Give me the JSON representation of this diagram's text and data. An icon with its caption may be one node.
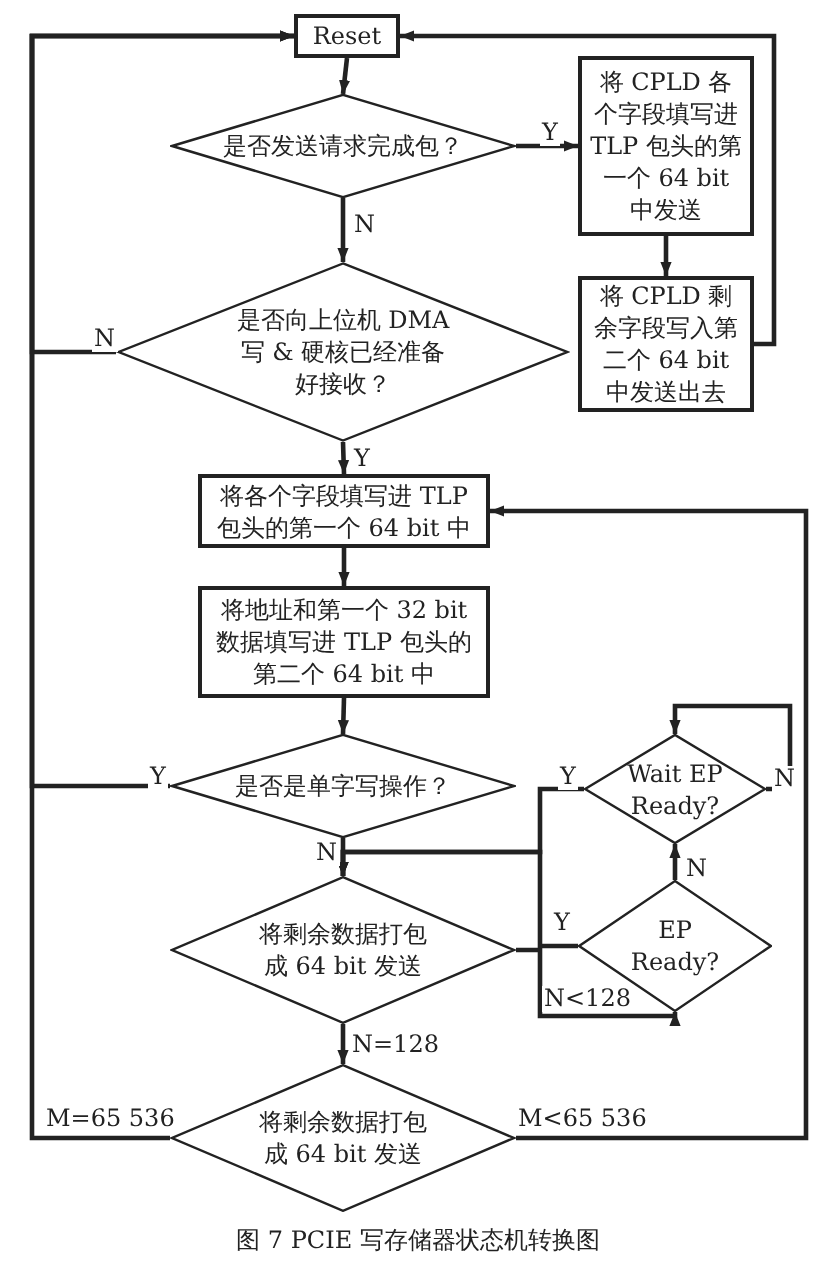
{
  "diagram": {
    "caption": "图 7 PCIE 写存储器状态机转换图",
    "nodes": [
      {
        "text": [
          "Reset"
        ]
      },
      {
        "text": [
          "是否发送请求完成包？"
        ]
      },
      {
        "text": [
          "将 CPLD 各个字段填写进 TLP 包头的第一个 64 bit 中发送"
        ]
      },
      {
        "text": [
          "将 CPLD 剩余字段写入第二个 64 bit 中发送出去"
        ]
      },
      {
        "text": [
          "是否向上位机 DMA 写 & 硬核已经准备好接收？"
        ]
      },
      {
        "text": [
          "将各个字段填写进 TLP 包头的第一个 64 bit 中"
        ]
      },
      {
        "text": [
          "将地址和第一个 32 bit 数据填写进 TLP 包头的第二个 64 bit 中"
        ]
      },
      {
        "text": [
          "是否是单字写操作？"
        ]
      },
      {
        "text": [
          "Wait EP Ready?"
        ]
      },
      {
        "text": [
          "将剩余数据打包成 64 bit 发送"
        ]
      },
      {
        "text": [
          "EP Ready?"
        ]
      },
      {
        "text": [
          "将剩余数据打包成 64 bit 发送"
        ]
      }
    ],
    "edges": [
      {
        "from": 0,
        "to": 1,
        "arrow": "to"
      },
      {
        "from": 1,
        "to": 2,
        "arrow": "to",
        "label": "Y"
      },
      {
        "from": 1,
        "to": 4,
        "arrow": "to",
        "label": "N"
      },
      {
        "from": 2,
        "to": 3,
        "arrow": "to"
      },
      {
        "from": 3,
        "to": 0,
        "arrow": "to"
      },
      {
        "from": 4,
        "to": 0,
        "arrow": "to",
        "label": "N"
      },
      {
        "from": 7,
        "to": 0,
        "arrow": "to",
        "label": "Y"
      },
      {
        "from": 11,
        "to": 0,
        "arrow": "to",
        "label": "M=65 536"
      },
      {
        "from": 4,
        "to": 5,
        "arrow": "to",
        "label": "Y"
      },
      {
        "from": 5,
        "to": 6,
        "arrow": "to"
      },
      {
        "from": 6,
        "to": 7,
        "arrow": "to"
      },
      {
        "from": 7,
        "to": 9,
        "arrow": "to",
        "label": "N"
      },
      {
        "from": 8,
        "to": 9,
        "arrow": "to",
        "label": "Y"
      },
      {
        "from": 8,
        "to": 8,
        "arrow": "to",
        "label": "N"
      },
      {
        "from": 9,
        "to": 11,
        "arrow": "to",
        "label": "N=128"
      },
      {
        "from": 9,
        "to": 10,
        "arrow": "to",
        "label": "N<128"
      },
      {
        "from": 10,
        "to": 8,
        "arrow": "to",
        "label": "N"
      },
      {
        "from": 10,
        "to": 9,
        "arrow": "to",
        "label": "Y"
      },
      {
        "from": 11,
        "to": 5,
        "arrow": "to",
        "label": "M<65 536"
      }
    ]
  }
}
